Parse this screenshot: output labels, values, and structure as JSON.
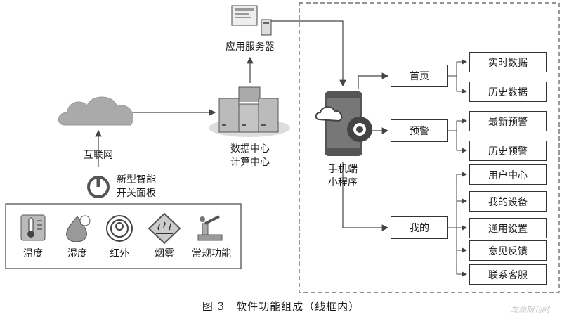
{
  "labels": {
    "app_server": "应用服务器",
    "datacenter_line1": "数据中心",
    "datacenter_line2": "计算中心",
    "internet": "互联网",
    "switch_line1": "新型智能",
    "switch_line2": "开关面板",
    "phone_line1": "手机端",
    "phone_line2": "小程序"
  },
  "sensors": [
    {
      "label": "温度",
      "icon": "thermometer-icon"
    },
    {
      "label": "湿度",
      "icon": "humidity-icon"
    },
    {
      "label": "红外",
      "icon": "infrared-icon"
    },
    {
      "label": "烟雾",
      "icon": "smoke-icon"
    },
    {
      "label": "常规功能",
      "icon": "general-function-icon"
    }
  ],
  "menu": {
    "home": "首页",
    "warning": "预警",
    "mine": "我的"
  },
  "home_items": [
    "实时数据",
    "历史数据"
  ],
  "warning_items": [
    "最新预警",
    "历史预警"
  ],
  "mine_items": [
    "用户中心",
    "我的设备",
    "通用设置",
    "意见反馈",
    "联系客服"
  ],
  "caption": "图 3　软件功能组成（线框内）",
  "watermark": "龙源期刊网"
}
